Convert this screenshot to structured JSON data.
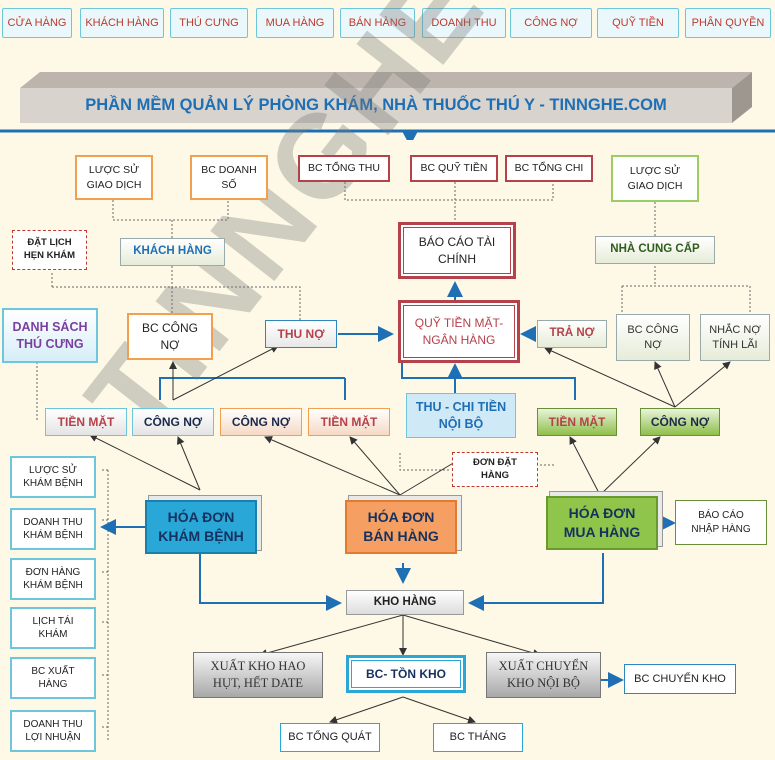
{
  "top_tabs": [
    "CỬA HÀNG",
    "KHÁCH HÀNG",
    "THÚ CƯNG",
    "MUA HÀNG",
    "BÁN HÀNG",
    "DOANH THU",
    "CÔNG NỢ",
    "QUỸ TIỀN",
    "PHÂN QUYỀN"
  ],
  "banner_title": "PHẦN MỀM QUẢN LÝ PHÒNG KHÁM, NHÀ THUỐC THÚ Y - TINNGHE.COM",
  "watermark": "TINNGHE.COM",
  "nodes": {
    "luoc_su_gd_kh": "LƯỢC SỬ\nGIAO DỊCH",
    "bc_doanh_so": "BC DOANH\nSỐ",
    "bc_tong_thu": "BC TỔNG THU",
    "bc_quy_tien": "BC QUỸ TIỀN",
    "bc_tong_chi": "BC TỔNG CHI",
    "luoc_su_gd_ncc": "LƯỢC SỬ\nGIAO DỊCH",
    "dat_lich": "ĐẶT LỊCH\nHẸN KHÁM",
    "khach_hang": "KHÁCH HÀNG",
    "bao_cao_tai_chinh": "BÁO CÁO TÀI\nCHÍNH",
    "nha_cung_cap": "NHÀ CUNG CẤP",
    "danh_sach_thu_cung": "DANH SÁCH\nTHÚ CƯNG",
    "bc_cong_no_kh": "BC  CÔNG\nNỢ",
    "thu_no": "THU NỢ",
    "quy_tien_mat": "QUỸ TIỀN MẶT-\nNGÂN HÀNG",
    "tra_no": "TRẢ NỢ",
    "bc_cong_no_ncc": "BC  CÔNG\nNỢ",
    "nhac_no": "NHẮC NỢ\nTÍNH LÃI",
    "tien_mat_1": "TIỀN MẶT",
    "cong_no_1": "CÔNG NỢ",
    "cong_no_2": "CÔNG NỢ",
    "tien_mat_2": "TIỀN MẶT",
    "thu_chi_noi_bo": "THU - CHI TIỀN\nNỘI BỘ",
    "tien_mat_3": "TIỀN MẶT",
    "cong_no_3": "CÔNG NỢ",
    "luoc_su_kham": "LƯỢC SỬ\nKHÁM BỆNH",
    "don_dat_hang": "ĐƠN ĐẶT\nHÀNG",
    "hoa_don_kham": "HÓA ĐƠN\nKHÁM BỆNH",
    "hoa_don_ban": "HÓA ĐƠN\nBÁN HÀNG",
    "hoa_don_mua": "HÓA ĐƠN\nMUA HÀNG",
    "bc_nhap_hang": "BÁO CÁO\nNHẬP HÀNG",
    "doanh_thu_kham": "DOANH THU\nKHÁM BỆNH",
    "don_hang_kham": "ĐƠN HÀNG\nKHÁM BỆNH",
    "kho_hang": "KHO  HÀNG",
    "lich_tai_kham": "LỊCH TÁI\nKHÁM",
    "xuat_kho_hao_hut": "XUẤT KHO HAO\nHỤT, HẾT DATE",
    "bc_ton_kho": "BC- TỒN KHO",
    "xuat_chuyen_kho": "XUẤT CHUYỂN\nKHO NỘI BỘ",
    "bc_chuyen_kho": "BC CHUYỂN KHO",
    "bc_xuat_hang": "BC XUẤT\nHÀNG",
    "doanh_thu_loi_nhuan": "DOANH THU\nLỢI NHUẬN",
    "bc_tong_quat": "BC TỔNG QUÁT",
    "bc_thang": "BC THÁNG"
  },
  "colors": {
    "tab_text": "#c0392b",
    "title_blue": "#1f6fb5",
    "arrow_blue": "#1f6fb5",
    "arrow_dark": "#333333",
    "purple": "#7b3fa0",
    "dark_red": "#b5414a",
    "green": "#2e5d1e"
  }
}
